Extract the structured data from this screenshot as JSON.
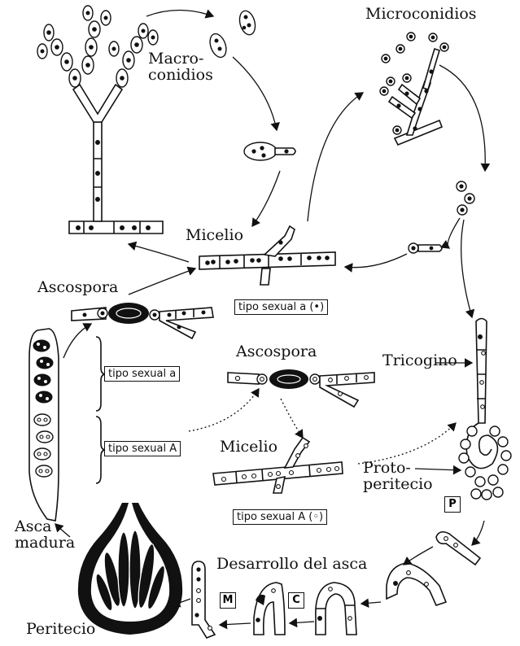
{
  "labels": {
    "macroconidios": "Macro-\nconidios",
    "microconidios": "Microconidios",
    "micelio_top": "Micelio",
    "ascospora_left": "Ascospora",
    "ascospora_mid": "Ascospora",
    "micelio_mid": "Micelio",
    "tricogino": "Tricogino",
    "protoperitecio": "Proto-\nperitecio",
    "asca_madura": "Asca\nmadura",
    "desarrollo": "Desarrollo del asca",
    "peritecio": "Peritecio"
  },
  "boxes": {
    "tipo_a_top": "tipo sexual a (•)",
    "tipo_a": "tipo sexual a",
    "tipo_A": "tipo sexual A",
    "tipo_A_bottom": "tipo sexual A (◦)"
  },
  "tags": {
    "P": "P",
    "M": "M",
    "C": "C"
  },
  "colors": {
    "ink": "#111111",
    "background": "#ffffff"
  }
}
